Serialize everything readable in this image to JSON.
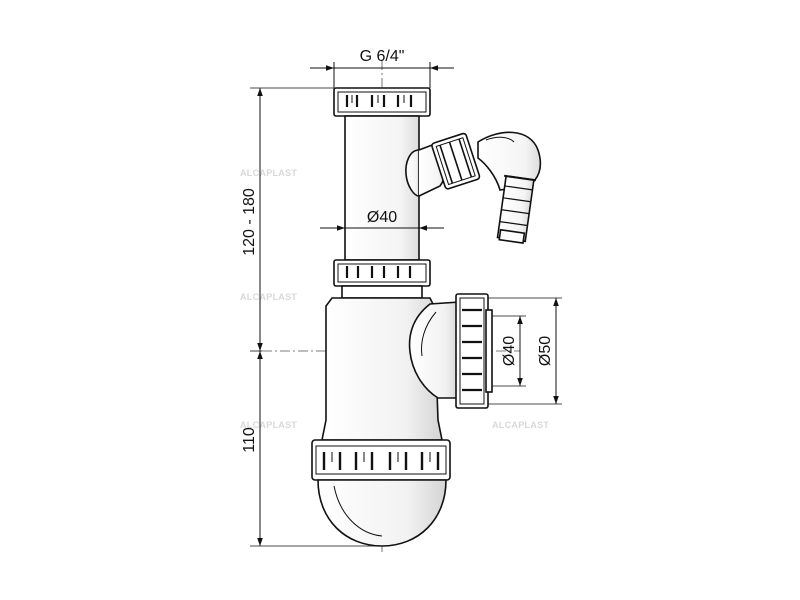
{
  "dimensions": {
    "thread_top": "G 6/4\"",
    "tube_diameter": "Ø40",
    "height_upper": "120 - 180",
    "height_lower": "110",
    "outlet_inner": "Ø40",
    "outlet_outer": "Ø50"
  },
  "watermark": "ALCAPLAST",
  "colors": {
    "line": "#111111",
    "body_fill": "#ffffff",
    "shade": "#e6e6e6",
    "watermark": "#d8d8d8"
  }
}
